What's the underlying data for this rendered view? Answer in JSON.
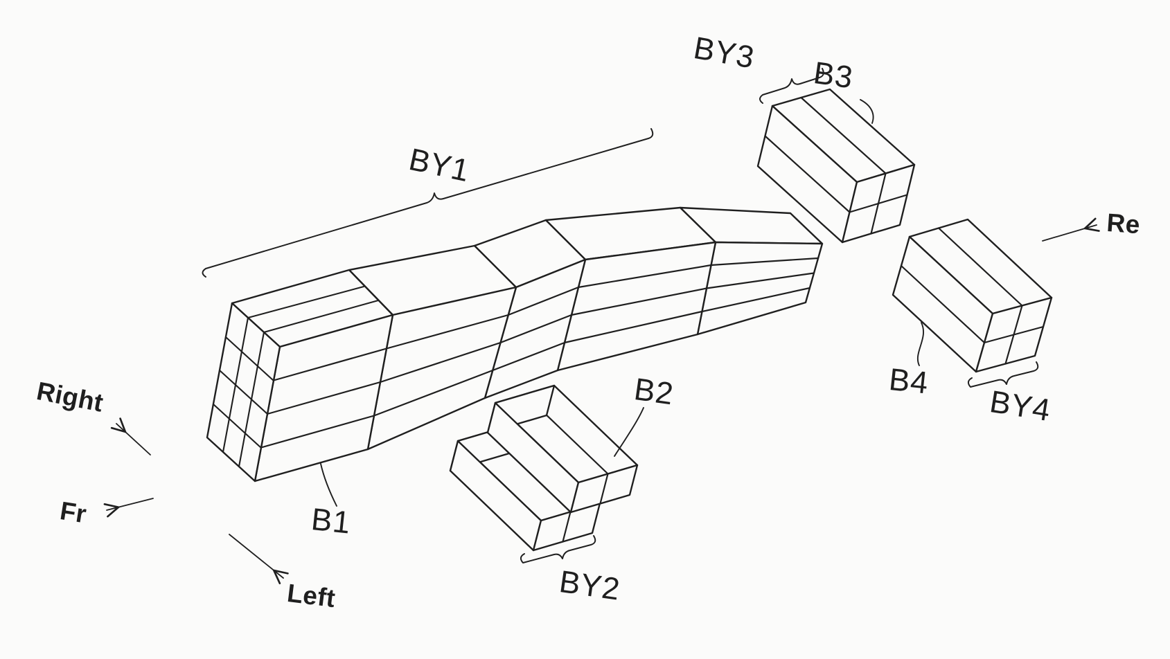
{
  "figure": {
    "kind": "patent-isometric-diagram",
    "background": "#fbfbfa",
    "ink": "#1f1f1f"
  },
  "labels": {
    "by1": "BY1",
    "by2": "BY2",
    "by3": "BY3",
    "by4": "BY4",
    "b1": "B1",
    "b2": "B2",
    "b3": "B3",
    "b4": "B4"
  },
  "directions": {
    "right": "Right",
    "fr": "Fr",
    "left": "Left",
    "re": "Re"
  }
}
